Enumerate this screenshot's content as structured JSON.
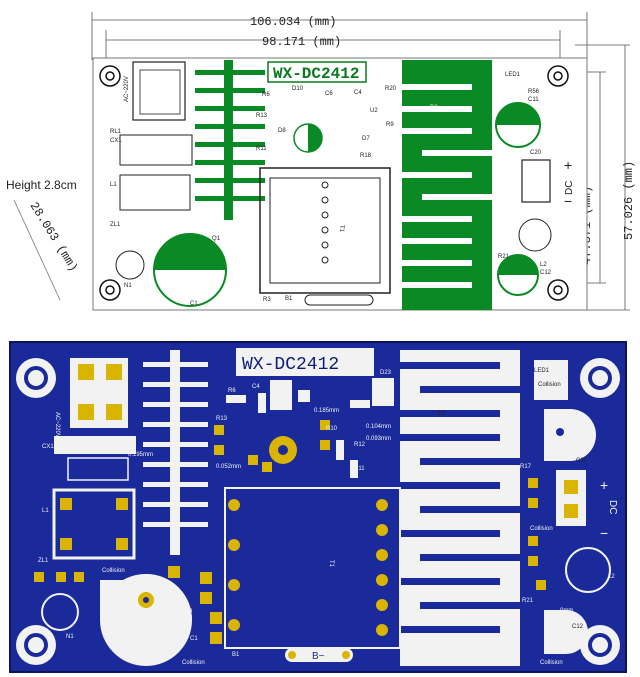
{
  "dimensions": {
    "width_outer": "106.034 (mm)",
    "width_inner": "98.171 (mm)",
    "height_inner": "47.371 (mm)",
    "height_outer": "57.026 (mm)",
    "height_label": "Height 2.8cm",
    "diagonal": "28.063 (mm)"
  },
  "top_board": {
    "title": "WX-DC2412",
    "labels": {
      "ac": "AC~220V",
      "d2": "D2",
      "led": "LED1",
      "r56": "R56",
      "c11": "C11",
      "c20": "C20",
      "dc": "DC",
      "plus": "+",
      "minus": "−",
      "r21": "R21",
      "l2": "L2",
      "c12": "C12",
      "l1": "L1",
      "zl1": "ZL1",
      "n1": "N1",
      "c1": "C1",
      "r3": "R3",
      "b1": "B1",
      "t1": "T1",
      "r6": "R6",
      "c6": "C6",
      "d10": "D10",
      "r13": "R13",
      "r11": "R11",
      "q1": "Q1",
      "rl1": "RL1",
      "cx1": "CX1",
      "d8": "D8",
      "r18": "R18",
      "c4": "C4",
      "u2": "U2",
      "r20": "R20",
      "d7": "D7",
      "r9": "R9"
    }
  },
  "bottom_board": {
    "title": "WX-DC2412",
    "colors": {
      "board": "#1a2a9a",
      "copper": "#f2f2f2",
      "pad": "#d9b400"
    },
    "labels": {
      "ac": "AC~220V",
      "d2": "D2",
      "led": "LED1",
      "collision": "Collision",
      "r17": "R17",
      "c11": "C11",
      "dc": "DC",
      "plus": "+",
      "minus": "−",
      "r21": "R21",
      "c12": "C12",
      "l1": "L1",
      "l2": "L2",
      "zl1": "ZL1",
      "n1": "N1",
      "c1": "C1",
      "t1": "T1",
      "r6": "R6",
      "c4": "C4",
      "d23": "D23",
      "r13": "R13",
      "r10": "R10",
      "r12": "R12",
      "r11": "R11",
      "cx1": "CX1",
      "m1": "0.195mm",
      "m2": "0.185mm",
      "m3": "0.104mm",
      "m4": "0.093mm",
      "m5": "0.052mm",
      "m6": "0.0mm",
      "m7": "0mm",
      "m8": "0mm",
      "b1": "B1",
      "b_minus": "B−"
    }
  }
}
